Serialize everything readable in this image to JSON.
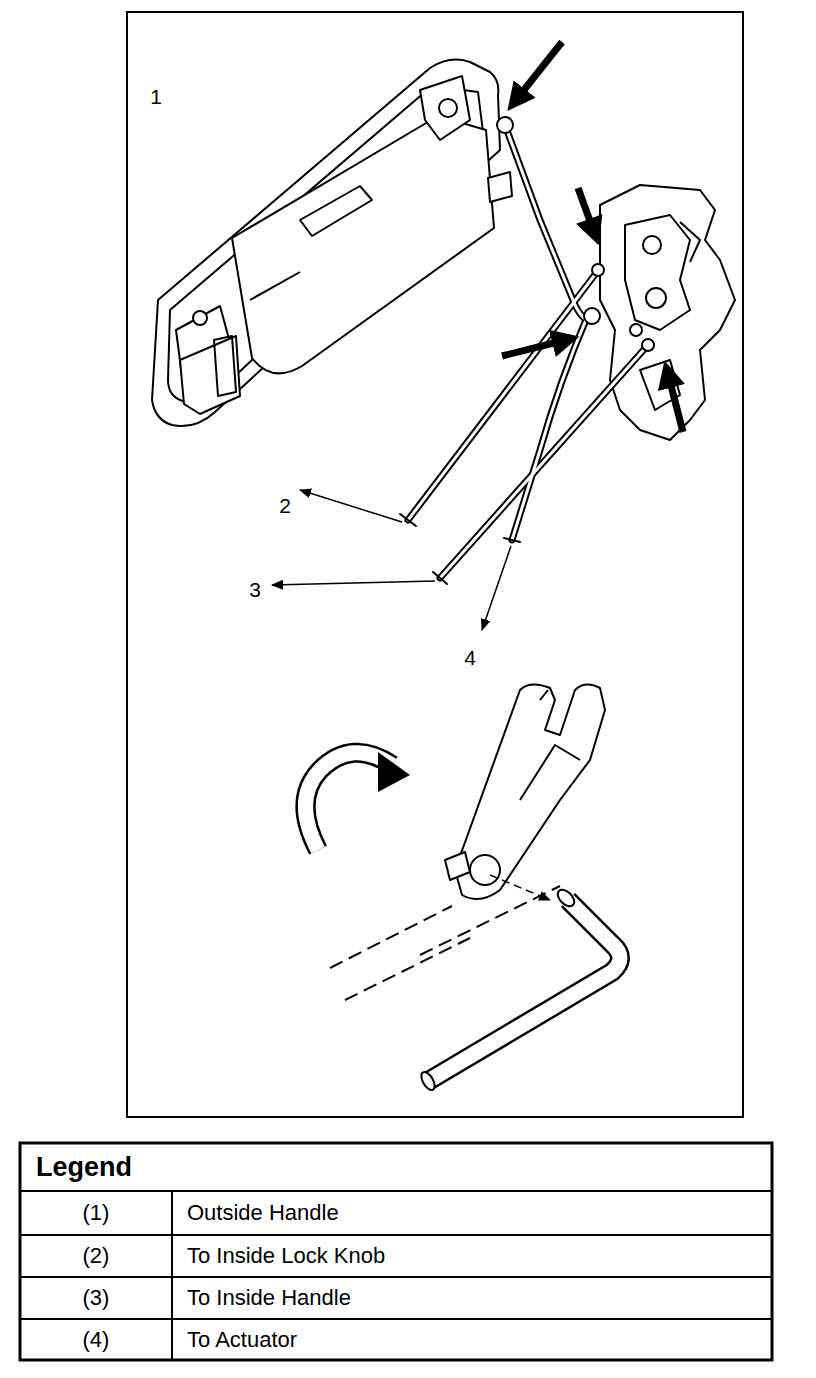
{
  "diagram": {
    "labels": [
      "1",
      "2",
      "3",
      "4",
      "Legend",
      "(1)",
      "Outside Handle",
      "(2)",
      "To Inside Lock Knob",
      "(3)",
      "To Inside Handle",
      "(4)",
      "To Actuator"
    ]
  }
}
